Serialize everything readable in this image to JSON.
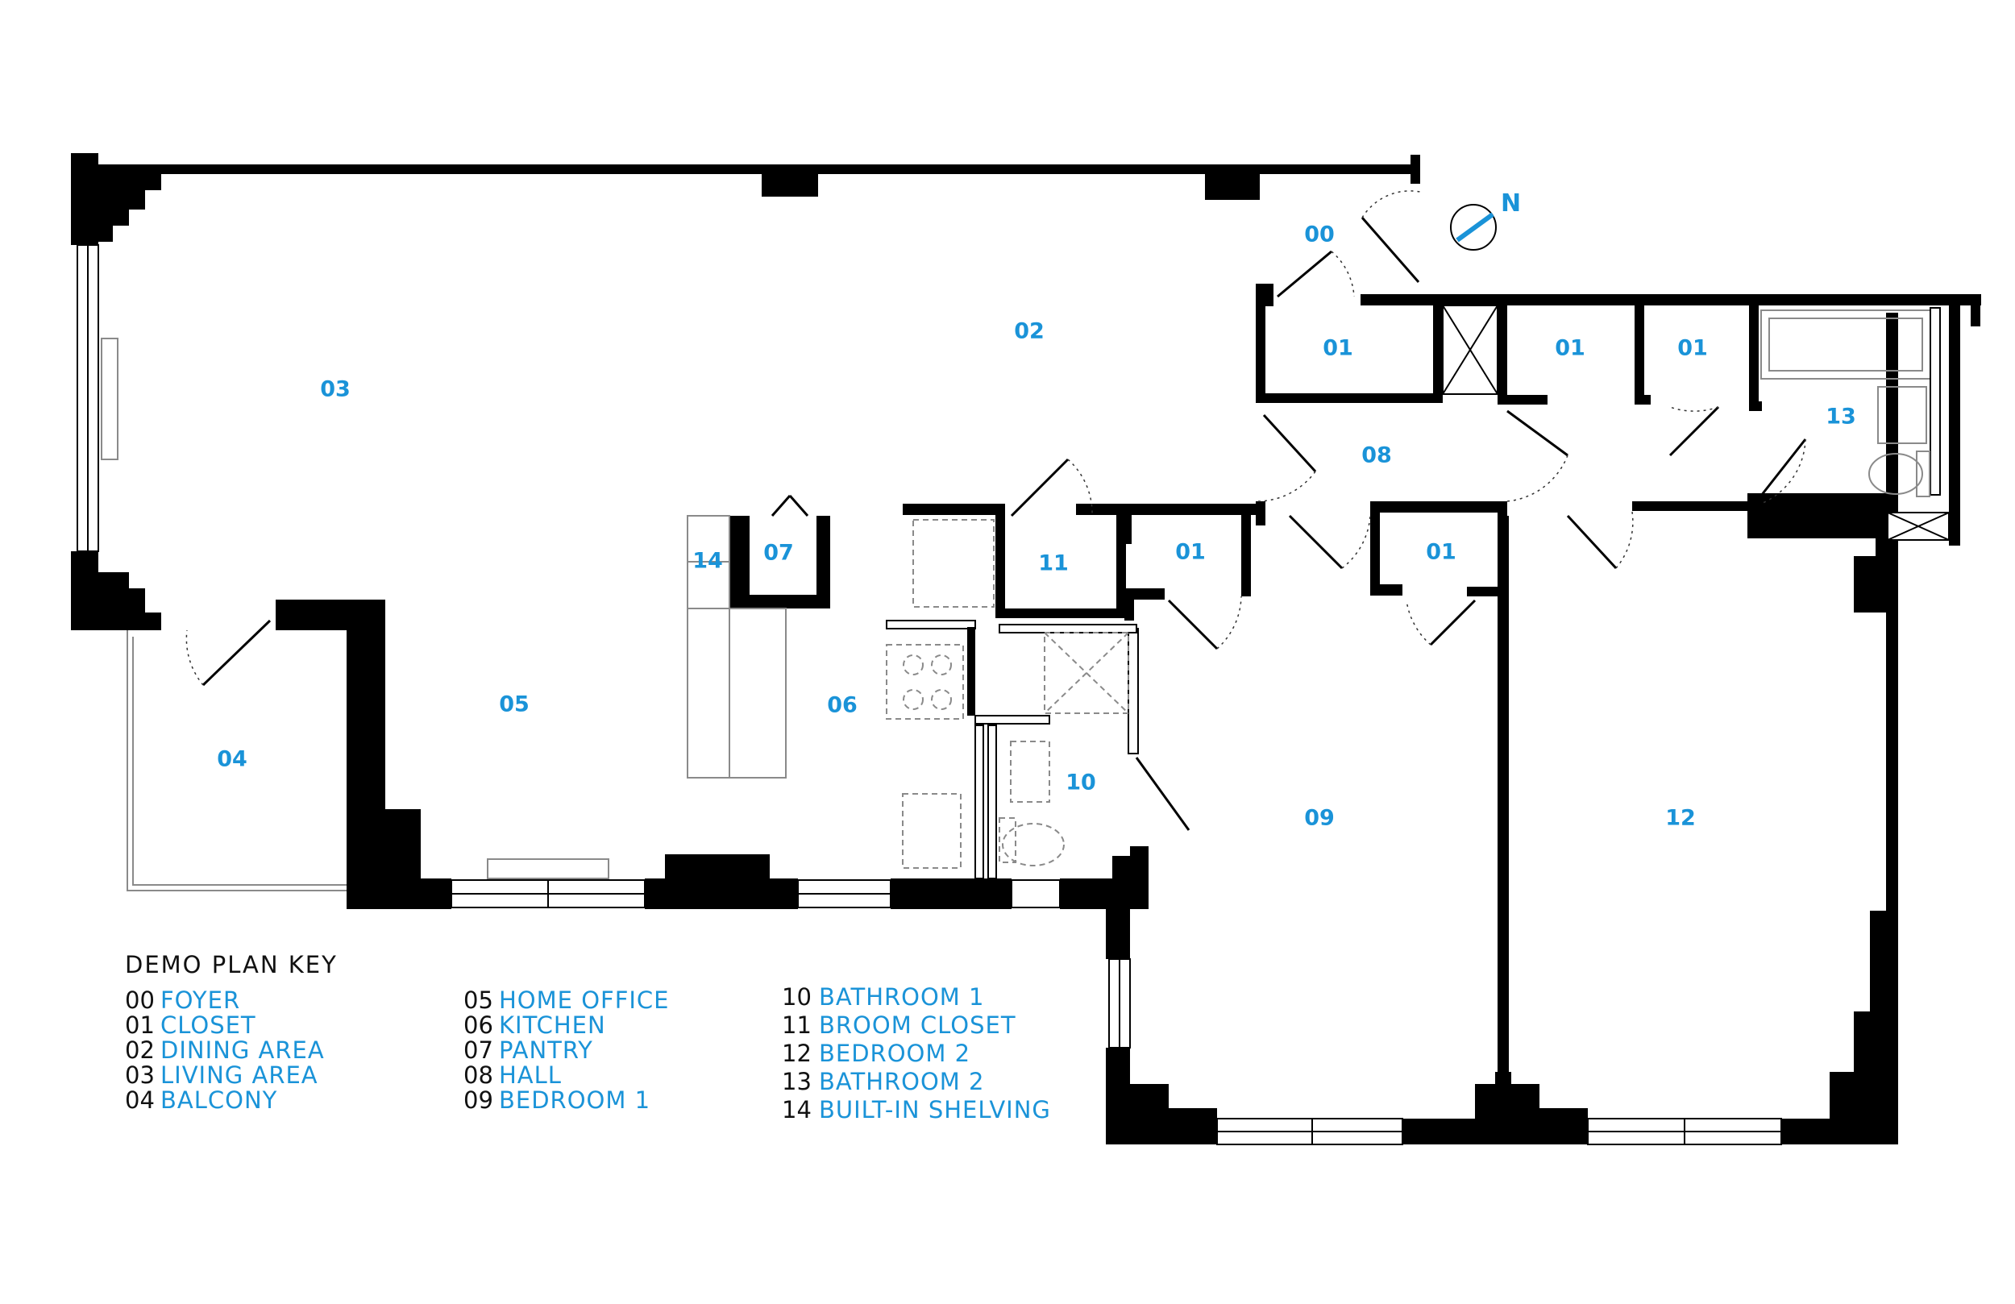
{
  "colors": {
    "label": "#1a93d8",
    "wall": "#000000",
    "fixture": "#8a8a8a"
  },
  "north_label": "N",
  "rooms": [
    {
      "id": "foyer",
      "num": "00"
    },
    {
      "id": "closet-a",
      "num": "01"
    },
    {
      "id": "closet-b",
      "num": "01"
    },
    {
      "id": "closet-c",
      "num": "01"
    },
    {
      "id": "closet-d",
      "num": "01"
    },
    {
      "id": "closet-e",
      "num": "01"
    },
    {
      "id": "dining-area",
      "num": "02"
    },
    {
      "id": "living-area",
      "num": "03"
    },
    {
      "id": "balcony",
      "num": "04"
    },
    {
      "id": "home-office",
      "num": "05"
    },
    {
      "id": "kitchen",
      "num": "06"
    },
    {
      "id": "pantry",
      "num": "07"
    },
    {
      "id": "hall",
      "num": "08"
    },
    {
      "id": "bedroom-1",
      "num": "09"
    },
    {
      "id": "bathroom-1",
      "num": "10"
    },
    {
      "id": "broom-closet",
      "num": "11"
    },
    {
      "id": "bedroom-2",
      "num": "12"
    },
    {
      "id": "bathroom-2",
      "num": "13"
    },
    {
      "id": "built-in-shelving",
      "num": "14"
    }
  ],
  "key": {
    "title": "DEMO PLAN KEY",
    "columns": [
      [
        {
          "num": "00",
          "name": "FOYER"
        },
        {
          "num": "01",
          "name": "CLOSET"
        },
        {
          "num": "02",
          "name": "DINING AREA"
        },
        {
          "num": "03",
          "name": "LIVING AREA"
        },
        {
          "num": "04",
          "name": "BALCONY"
        }
      ],
      [
        {
          "num": "05",
          "name": "HOME OFFICE"
        },
        {
          "num": "06",
          "name": "KITCHEN"
        },
        {
          "num": "07",
          "name": "PANTRY"
        },
        {
          "num": "08",
          "name": "HALL"
        },
        {
          "num": "09",
          "name": "BEDROOM 1"
        }
      ],
      [
        {
          "num": "10",
          "name": "BATHROOM 1"
        },
        {
          "num": "11",
          "name": "BROOM CLOSET"
        },
        {
          "num": "12",
          "name": "BEDROOM 2"
        },
        {
          "num": "13",
          "name": "BATHROOM 2"
        },
        {
          "num": "14",
          "name": "BUILT-IN SHELVING"
        }
      ]
    ]
  }
}
